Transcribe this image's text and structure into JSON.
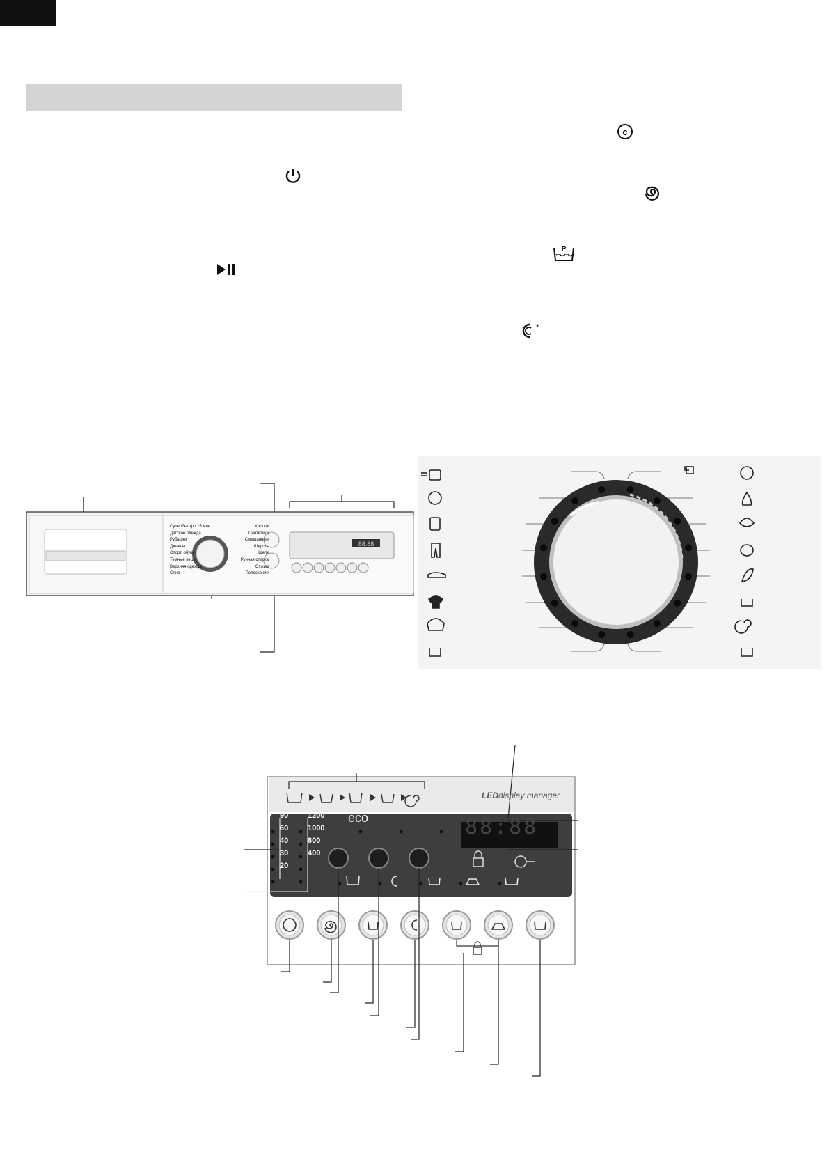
{
  "page": {
    "inline_icons": [
      "power-icon",
      "play-pause-icon",
      "quick-c-icon",
      "spin-swirl-icon",
      "prewash-p-icon",
      "night-moon-icon"
    ]
  },
  "control_panel": {
    "programs_left": [
      "Супербыстро 15 мин",
      "Детское одежда",
      "Рубашки",
      "Джинсы",
      "Спорт. обувь",
      "Темные вещи",
      "Верхняя одежда",
      "Слив"
    ],
    "programs_right": [
      "Хлопок",
      "Синтетика",
      "Смешанные",
      "Шерсть",
      "Шелк",
      "Ручная стирка",
      "Отжим",
      "Полоскание"
    ],
    "display_digits": "88:88",
    "brand_small": "LEDdisplay manager"
  },
  "dial_icons": {
    "left": [
      "rinse-icon",
      "baby-icon",
      "shirts-icon",
      "jeans-icon",
      "shoes-icon",
      "dark-clothes-icon",
      "outerwear-icon",
      "drain-icon"
    ],
    "right": [
      "cotton-icon",
      "synthetics-icon",
      "mixed-icon",
      "wool-icon",
      "silk-icon",
      "handwash-icon",
      "spin-icon",
      "rinse-tub-icon"
    ]
  },
  "detail_panel": {
    "brand_led": "LED",
    "brand_display": "display",
    "brand_manager": "manager",
    "display_digits": "88:88",
    "temperatures": [
      "90",
      "60",
      "40",
      "30",
      "20"
    ],
    "spin_speeds": [
      "1200",
      "1000",
      "800",
      "400"
    ],
    "eco_label": "eco",
    "stages": [
      "prewash-icon",
      "wash-icon",
      "rinse-icon",
      "rinse-tub-icon",
      "spin-icon"
    ],
    "buttons": [
      "quick-c-icon",
      "spin-swirl-icon",
      "prewash-p-icon",
      "night-moon-icon",
      "extra-rinse-icon",
      "easy-iron-icon",
      "tub-icon"
    ],
    "key_icon": "key-icon",
    "lock_icon": "lock-icon"
  }
}
